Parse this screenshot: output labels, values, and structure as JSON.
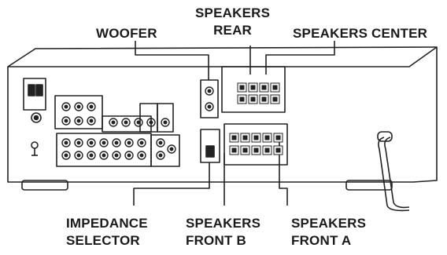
{
  "labels": {
    "speakers_rear": {
      "line1": "SPEAKERS",
      "line2": "REAR"
    },
    "woofer": "WOOFER",
    "speakers_center": "SPEAKERS CENTER",
    "impedance_selector": {
      "line1": "IMPEDANCE",
      "line2": "SELECTOR"
    },
    "speakers_front_b": {
      "line1": "SPEAKERS",
      "line2": "FRONT B"
    },
    "speakers_front_a": {
      "line1": "SPEAKERS",
      "line2": "FRONT A"
    }
  },
  "colors": {
    "ink": "#1a1a1a",
    "panel": "#ffffff",
    "line": "#222222"
  }
}
